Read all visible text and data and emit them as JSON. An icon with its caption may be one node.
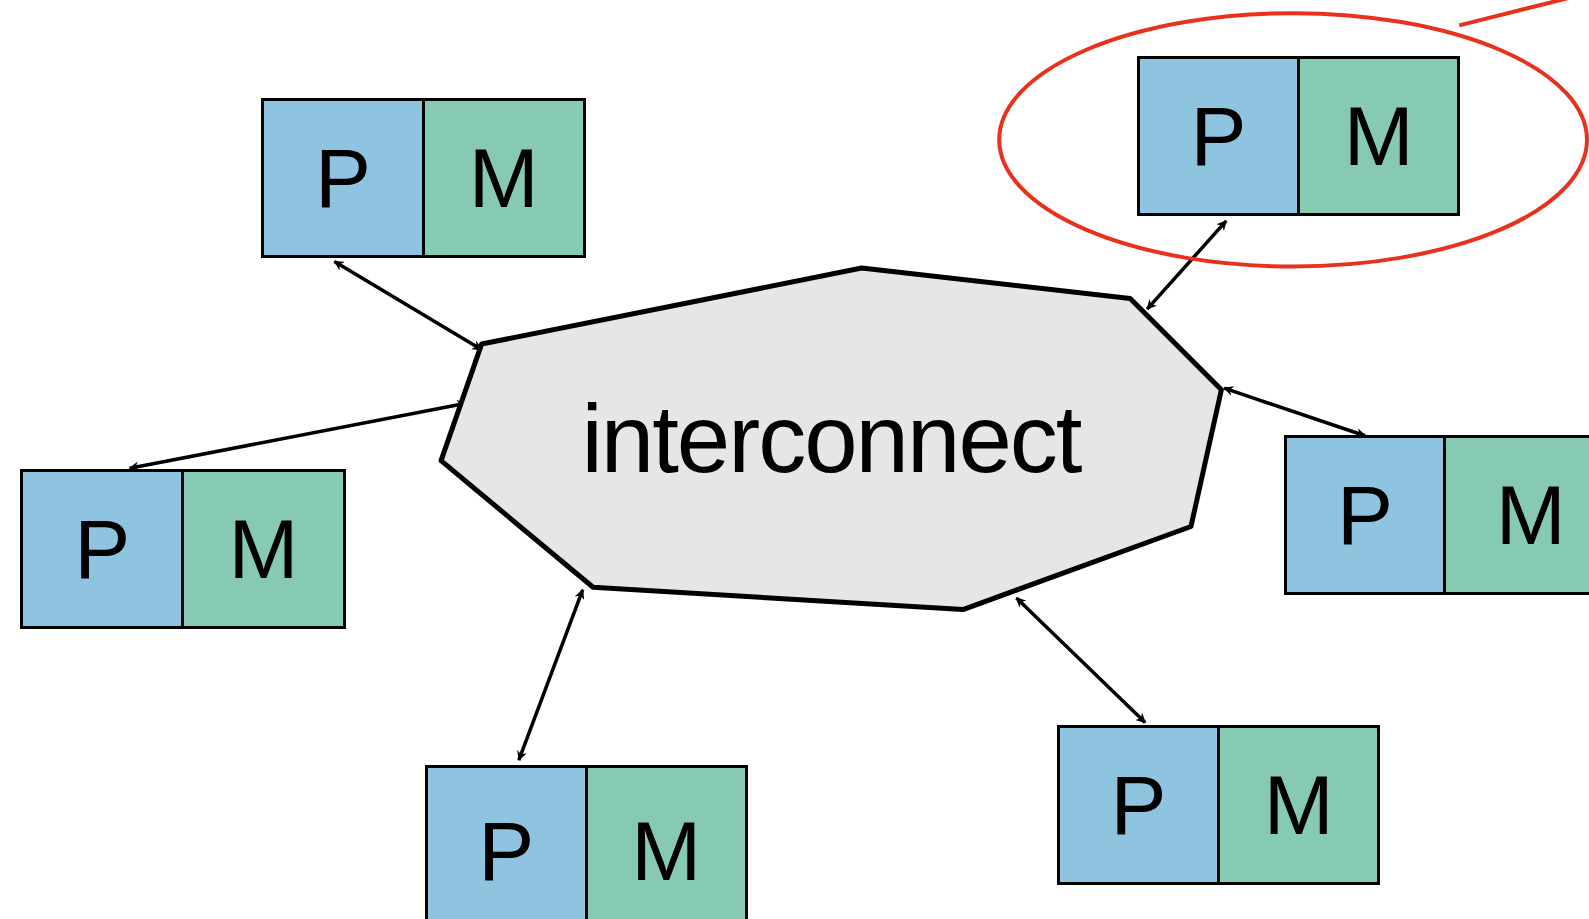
{
  "diagram": {
    "nodes": [
      {
        "text": [
          "interconnect"
        ]
      },
      {
        "text": [
          "P"
        ]
      },
      {
        "text": [
          "M"
        ]
      },
      {
        "text": [
          "P"
        ]
      },
      {
        "text": [
          "M"
        ]
      },
      {
        "text": [
          "P"
        ]
      },
      {
        "text": [
          "M"
        ]
      },
      {
        "text": [
          "P"
        ]
      },
      {
        "text": [
          "M"
        ]
      },
      {
        "text": [
          "P"
        ]
      },
      {
        "text": [
          "M"
        ]
      },
      {
        "text": [
          "P"
        ]
      },
      {
        "text": [
          "M"
        ]
      }
    ],
    "edges": [
      {
        "from": 0,
        "to": 1,
        "arrow": "both"
      },
      {
        "from": 0,
        "to": 3,
        "arrow": "both"
      },
      {
        "from": 0,
        "to": 5,
        "arrow": "both"
      },
      {
        "from": 0,
        "to": 7,
        "arrow": "both"
      },
      {
        "from": 0,
        "to": 9,
        "arrow": "both"
      },
      {
        "from": 0,
        "to": 11,
        "arrow": "both"
      }
    ]
  }
}
